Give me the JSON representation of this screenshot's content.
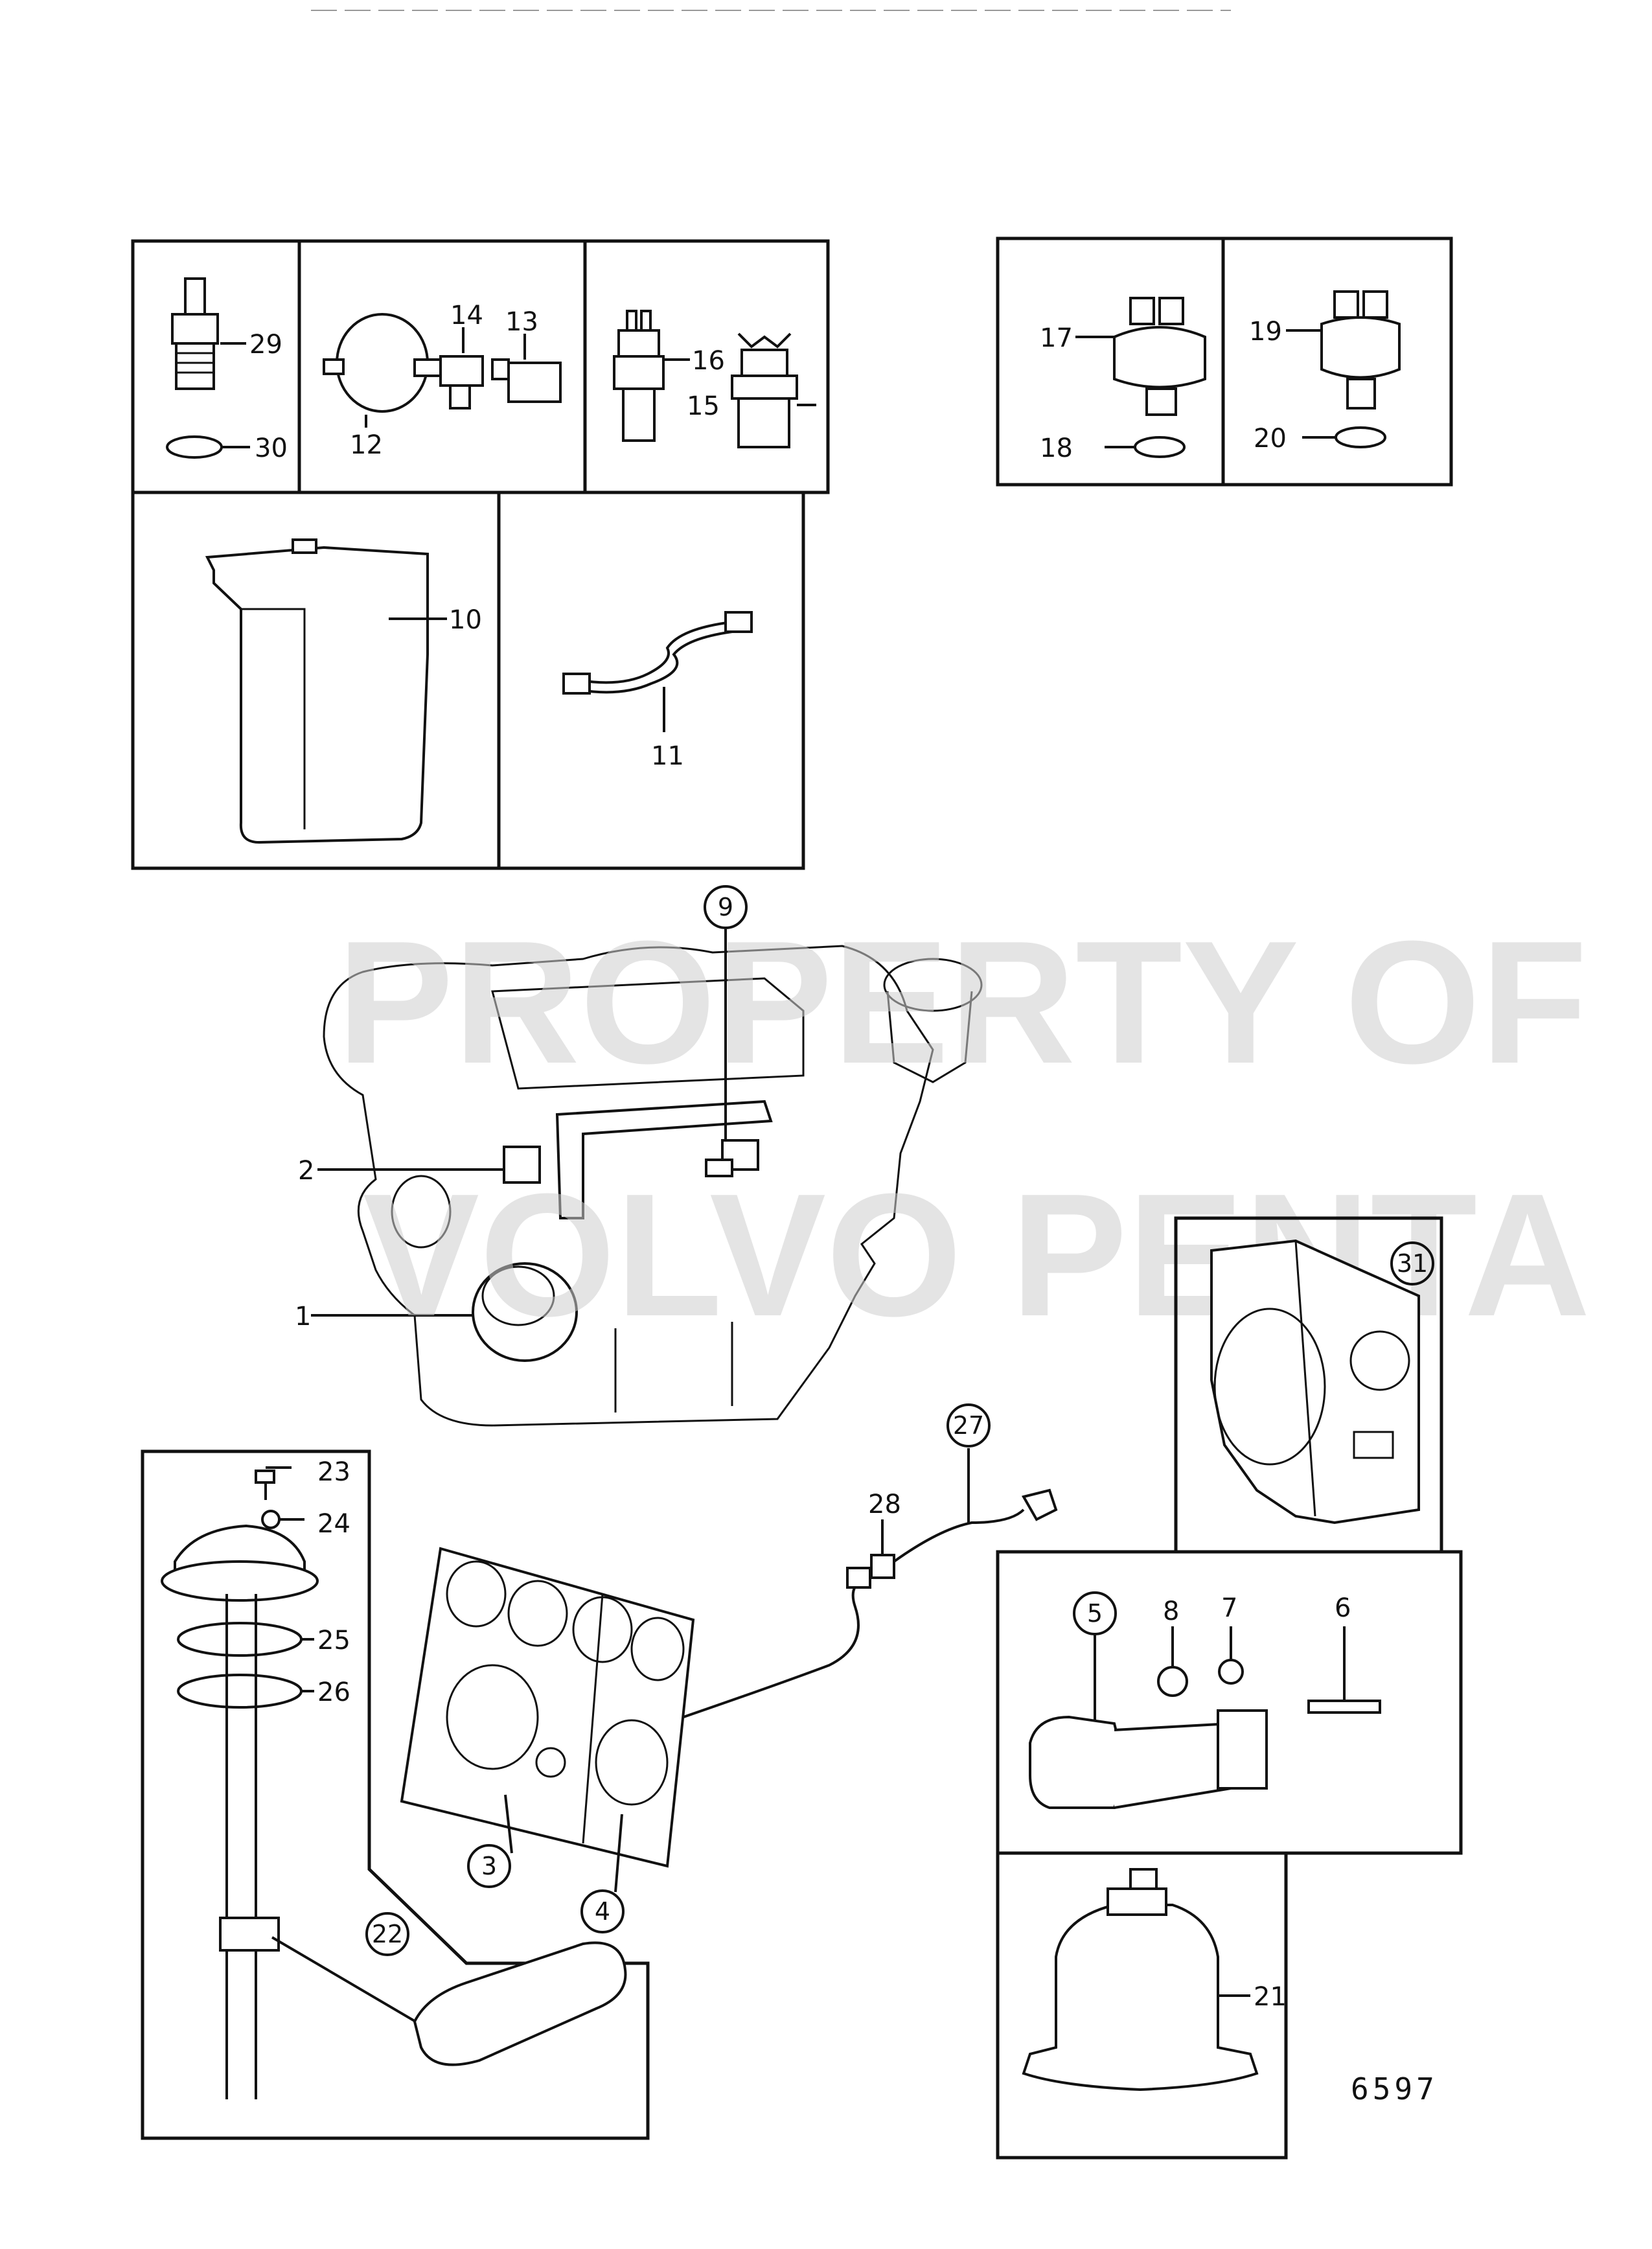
{
  "diagram": {
    "watermark_line1": "PROPERTY OF",
    "watermark_line2": "VOLVO PENTA",
    "reference_number": "6597",
    "labels": {
      "p1": "1",
      "p2": "2",
      "p6": "6",
      "p7": "7",
      "p8": "8",
      "p10": "10",
      "p11": "11",
      "p12": "12",
      "p13": "13",
      "p14": "14",
      "p15": "15",
      "p16": "16",
      "p17": "17",
      "p18": "18",
      "p19": "19",
      "p20": "20",
      "p21": "21",
      "p23": "23",
      "p24": "24",
      "p25": "25",
      "p26": "26",
      "p28": "28",
      "p29": "29",
      "p30": "30"
    },
    "circled_labels": {
      "p3": "3",
      "p4": "4",
      "p5": "5",
      "p9": "9",
      "p22": "22",
      "p27": "27",
      "p31": "31"
    }
  }
}
